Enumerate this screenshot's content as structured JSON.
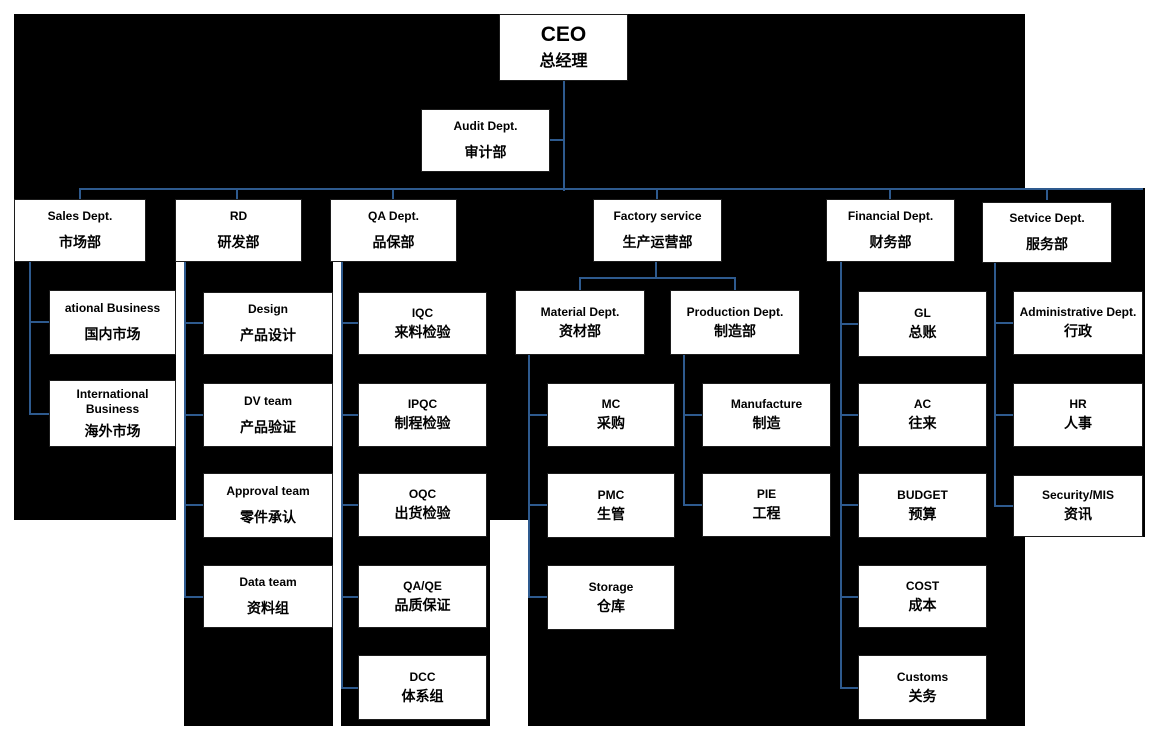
{
  "colors": {
    "canvas": "#ffffff",
    "panel": "#000000",
    "box_fill": "#ffffff",
    "box_border": "#1c1c1c",
    "connector": "#2e5a8e",
    "text": "#000000"
  },
  "nodes": {
    "ceo": {
      "en": "CEO",
      "zh": "总经理"
    },
    "audit": {
      "en": "Audit Dept.",
      "zh": "审计部"
    },
    "sales": {
      "en": "Sales Dept.",
      "zh": "市场部"
    },
    "rd": {
      "en": "RD",
      "zh": "研发部"
    },
    "qa": {
      "en": "QA Dept.",
      "zh": "品保部"
    },
    "factory": {
      "en": "Factory service",
      "zh": "生产运营部"
    },
    "financial": {
      "en": "Financial Dept.",
      "zh": "财务部"
    },
    "service": {
      "en": "Setvice Dept.",
      "zh": "服务部"
    },
    "national": {
      "en": "ational Business",
      "zh": "国内市场"
    },
    "international": {
      "en": "International Business",
      "zh": "海外市场"
    },
    "design": {
      "en": "Design",
      "zh": "产品设计"
    },
    "dv": {
      "en": "DV team",
      "zh": "产品验证"
    },
    "approval": {
      "en": "Approval team",
      "zh": "零件承认"
    },
    "data_team": {
      "en": "Data team",
      "zh": "资料组"
    },
    "iqc": {
      "en": "IQC",
      "zh": "来料检验"
    },
    "ipqc": {
      "en": "IPQC",
      "zh": "制程检验"
    },
    "oqc": {
      "en": "OQC",
      "zh": "出货检验"
    },
    "qaqe": {
      "en": "QA/QE",
      "zh": "品质保证"
    },
    "dcc": {
      "en": "DCC",
      "zh": "体系组"
    },
    "material": {
      "en": "Material Dept.",
      "zh": "资材部"
    },
    "production": {
      "en": "Production Dept.",
      "zh": "制造部"
    },
    "mc": {
      "en": "MC",
      "zh": "采购"
    },
    "pmc": {
      "en": "PMC",
      "zh": "生管"
    },
    "storage": {
      "en": "Storage",
      "zh": "仓库"
    },
    "manufacture": {
      "en": "Manufacture",
      "zh": "制造"
    },
    "pie": {
      "en": "PIE",
      "zh": "工程"
    },
    "gl": {
      "en": "GL",
      "zh": "总账"
    },
    "ac": {
      "en": "AC",
      "zh": "往来"
    },
    "budget": {
      "en": "BUDGET",
      "zh": "预算"
    },
    "cost": {
      "en": "COST",
      "zh": "成本"
    },
    "customs": {
      "en": "Customs",
      "zh": "关务"
    },
    "admin": {
      "en": "Administrative Dept.",
      "zh": "行政"
    },
    "hr": {
      "en": "HR",
      "zh": "人事"
    },
    "security": {
      "en": "Security/MIS",
      "zh": "资讯"
    }
  }
}
